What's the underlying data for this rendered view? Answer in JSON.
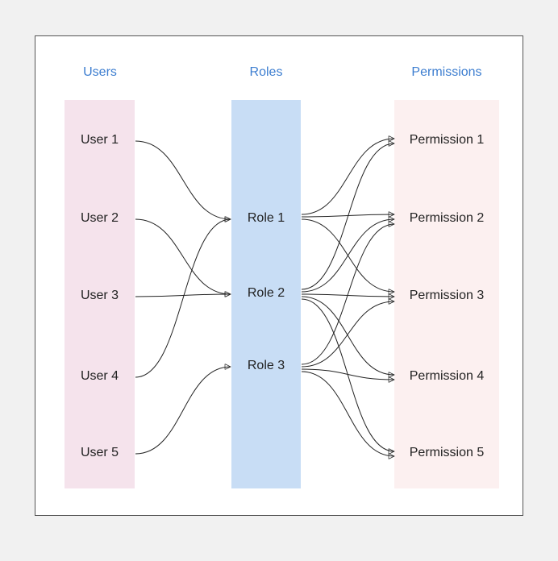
{
  "colors": {
    "page_background": "#f1f1f1",
    "frame_background": "#ffffff",
    "frame_border": "#555555",
    "header_text": "#3d7ed0",
    "users_lane": "#f5e3ec",
    "roles_lane": "#c8ddf5",
    "permissions_lane": "#fcf0f0",
    "edge": "#222222"
  },
  "columns": {
    "users": {
      "title": "Users",
      "items": [
        "User 1",
        "User 2",
        "User 3",
        "User 4",
        "User 5"
      ]
    },
    "roles": {
      "title": "Roles",
      "items": [
        "Role 1",
        "Role 2",
        "Role 3"
      ]
    },
    "permissions": {
      "title": "Permissions",
      "items": [
        "Permission 1",
        "Permission 2",
        "Permission 3",
        "Permission 4",
        "Permission 5"
      ]
    }
  },
  "user_role_edges": [
    {
      "from": "User 1",
      "to": "Role 1"
    },
    {
      "from": "User 2",
      "to": "Role 2"
    },
    {
      "from": "User 3",
      "to": "Role 2"
    },
    {
      "from": "User 4",
      "to": "Role 1"
    },
    {
      "from": "User 5",
      "to": "Role 3"
    }
  ],
  "role_permission_edges": [
    {
      "from": "Role 1",
      "to": "Permission 1"
    },
    {
      "from": "Role 1",
      "to": "Permission 2"
    },
    {
      "from": "Role 1",
      "to": "Permission 3"
    },
    {
      "from": "Role 2",
      "to": "Permission 1"
    },
    {
      "from": "Role 2",
      "to": "Permission 2"
    },
    {
      "from": "Role 2",
      "to": "Permission 3"
    },
    {
      "from": "Role 2",
      "to": "Permission 4"
    },
    {
      "from": "Role 2",
      "to": "Permission 5"
    },
    {
      "from": "Role 3",
      "to": "Permission 2"
    },
    {
      "from": "Role 3",
      "to": "Permission 3"
    },
    {
      "from": "Role 3",
      "to": "Permission 4"
    },
    {
      "from": "Role 3",
      "to": "Permission 5"
    }
  ]
}
